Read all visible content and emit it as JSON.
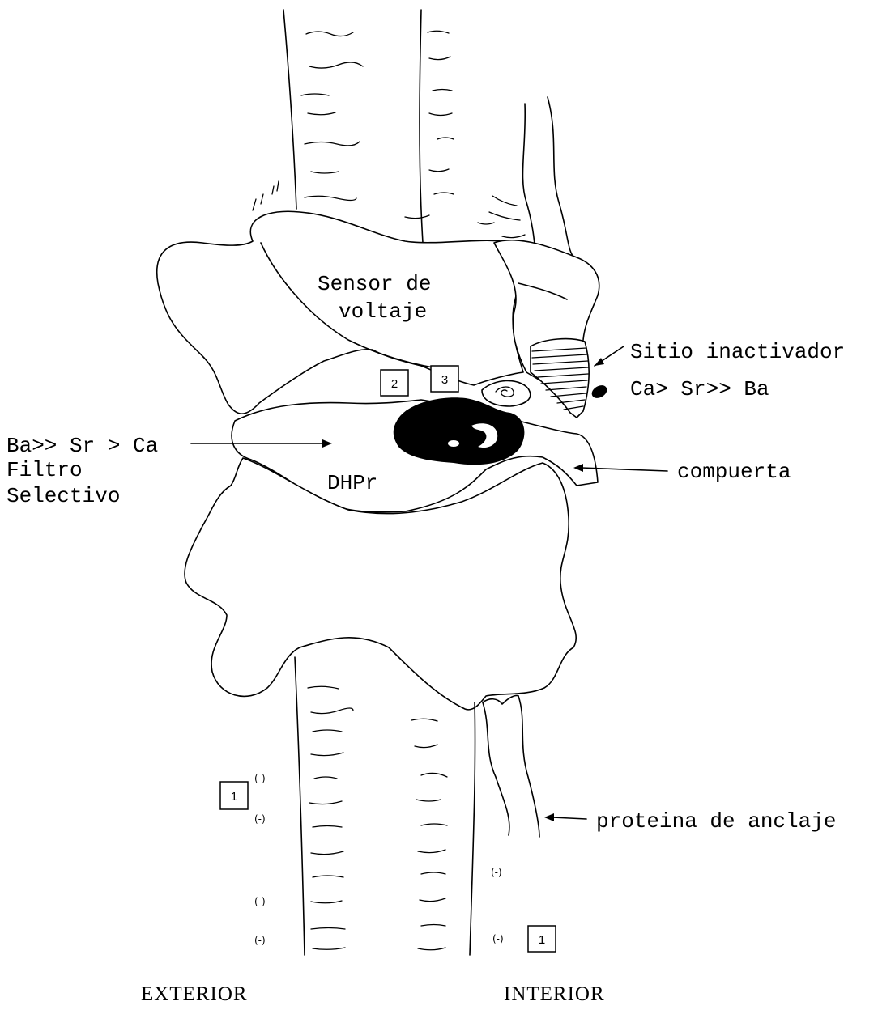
{
  "labels": {
    "sensor_line1": "Sensor de",
    "sensor_line2": "voltaje",
    "sitio": "Sitio inactivador",
    "sitio_order": "Ca> Sr>> Ba",
    "filtro_order": "Ba>> Sr > Ca",
    "filtro_line1": "Filtro",
    "filtro_line2": "Selectivo",
    "compuerta": "compuerta",
    "dhpr": "DHPr",
    "proteina": "proteina de anclaje",
    "exterior": "EXTERIOR",
    "interior": "INTERIOR"
  },
  "markers": {
    "site1": "1",
    "site2": "2",
    "site3": "3",
    "charge": "(-)"
  }
}
